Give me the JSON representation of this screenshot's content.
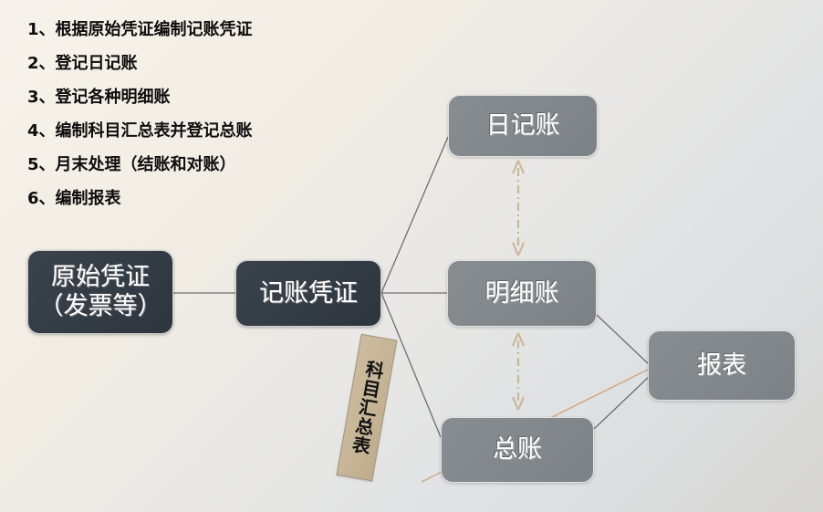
{
  "slide": {
    "background_from": "#f7f3ec",
    "background_to": "#d6d5d2"
  },
  "steps": [
    {
      "num": "1、",
      "text": "根据原始凭证编制记账凭证"
    },
    {
      "num": "2、",
      "text": "登记日记账"
    },
    {
      "num": "3、",
      "text": "登记各种明细账"
    },
    {
      "num": "4、",
      "text": "编制科目汇总表并登记总账"
    },
    {
      "num": "5、",
      "text": "月末处理（结账和对账）"
    },
    {
      "num": "6、",
      "text": "编制报表"
    }
  ],
  "diagram": {
    "nodes": {
      "original_voucher": {
        "label": "原始凭证\n（发票等）",
        "line1": "原始凭证",
        "line2": "（发票等）",
        "color": "#343c46"
      },
      "accounting_voucher": {
        "label": "记账凭证",
        "color": "#343c46"
      },
      "journal": {
        "label": "日记账",
        "color": "#82878b"
      },
      "subledger": {
        "label": "明细账",
        "color": "#82878b"
      },
      "general_ledger": {
        "label": "总账",
        "color": "#82878b"
      },
      "report": {
        "label": "报表",
        "color": "#82878b"
      },
      "summary_table": {
        "label": "科目汇总表",
        "color": "#c9b79a"
      }
    },
    "connector_color": "#6e6e6e",
    "reconcile_arrow_color": "#c9b89a",
    "summary_link_color": "#c9a98a"
  }
}
